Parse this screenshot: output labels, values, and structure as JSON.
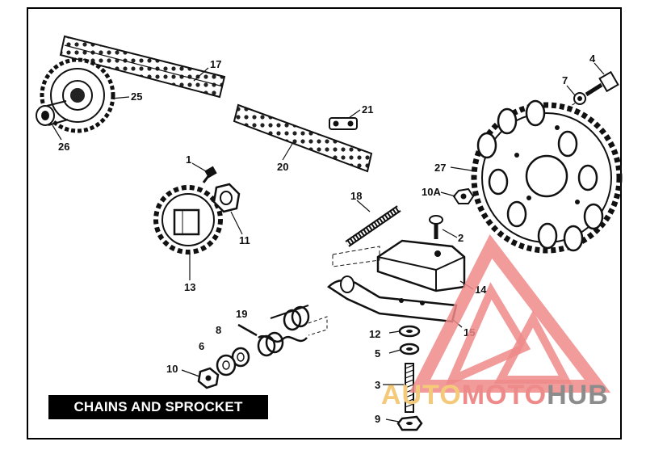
{
  "title": "CHAINS AND SPROCKET",
  "watermark": {
    "part1": "AUTO",
    "part2": "MOTO",
    "part3": "HUB"
  },
  "part_labels": [
    "17",
    "25",
    "26",
    "4",
    "7",
    "21",
    "20",
    "27",
    "1",
    "18",
    "10A",
    "2",
    "11",
    "13",
    "14",
    "19",
    "8",
    "15",
    "12",
    "6",
    "5",
    "10",
    "3",
    "9"
  ]
}
